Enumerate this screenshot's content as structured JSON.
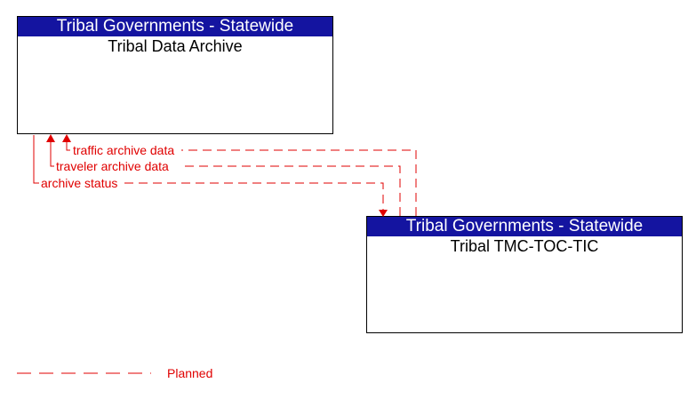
{
  "nodes": {
    "archive": {
      "group": "Tribal Governments - Statewide",
      "name": "Tribal Data Archive"
    },
    "tmc": {
      "group": "Tribal Governments - Statewide",
      "name": "Tribal TMC-TOC-TIC"
    }
  },
  "flows": [
    {
      "label": "traffic archive data"
    },
    {
      "label": "traveler archive data"
    },
    {
      "label": "archive status"
    }
  ],
  "legend": {
    "planned_label": "Planned"
  },
  "colors": {
    "header_bg": "#1414a0",
    "flow_planned": "#e00000"
  }
}
